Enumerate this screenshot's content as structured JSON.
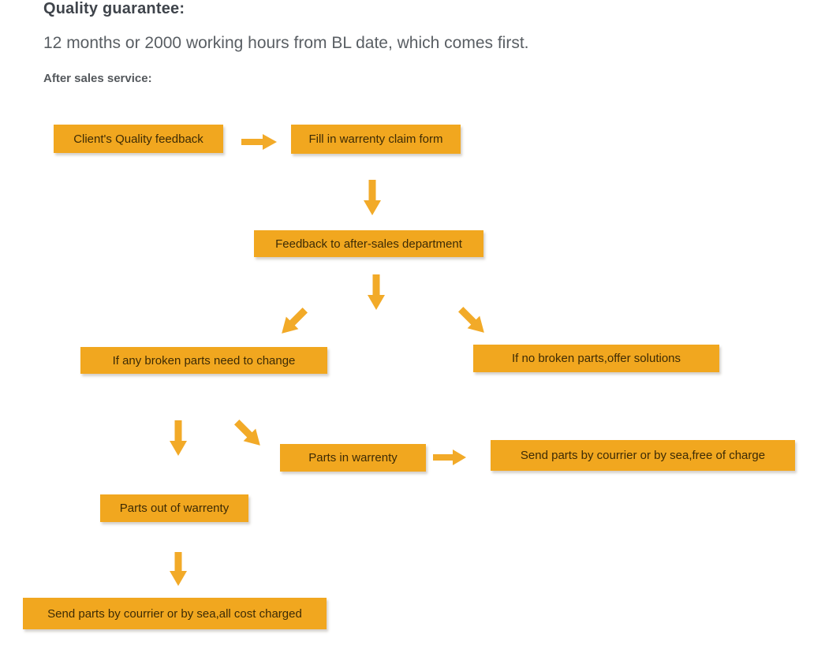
{
  "header": {
    "title": "Quality guarantee:",
    "subtitle": "12 months or 2000 working hours from BL date, which comes first.",
    "section_label": "After sales service:"
  },
  "colors": {
    "box_fill": "#F1A71F",
    "arrow_fill": "#F2AA28",
    "box_text": "#3D2B05",
    "title_text": "#3F444B",
    "subtitle_text": "#595E63",
    "section_text": "#54585C"
  },
  "flowchart": {
    "nodes": [
      {
        "id": "client-quality-feedback",
        "label": "Client's Quality feedback"
      },
      {
        "id": "fill-warrenty-claim-form",
        "label": "Fill in warrenty claim form"
      },
      {
        "id": "feedback-after-sales",
        "label": "Feedback to after-sales department"
      },
      {
        "id": "broken-parts-need-change",
        "label": "If any broken parts need to change"
      },
      {
        "id": "no-broken-parts-solutions",
        "label": "If no broken parts,offer solutions"
      },
      {
        "id": "parts-in-warrenty",
        "label": "Parts in warrenty"
      },
      {
        "id": "send-parts-free-of-charge",
        "label": "Send parts by courrier or by sea,free of charge"
      },
      {
        "id": "parts-out-of-warrenty",
        "label": "Parts out of warrenty"
      },
      {
        "id": "send-parts-cost-charged",
        "label": "Send parts by courrier or by sea,all cost charged"
      }
    ]
  }
}
